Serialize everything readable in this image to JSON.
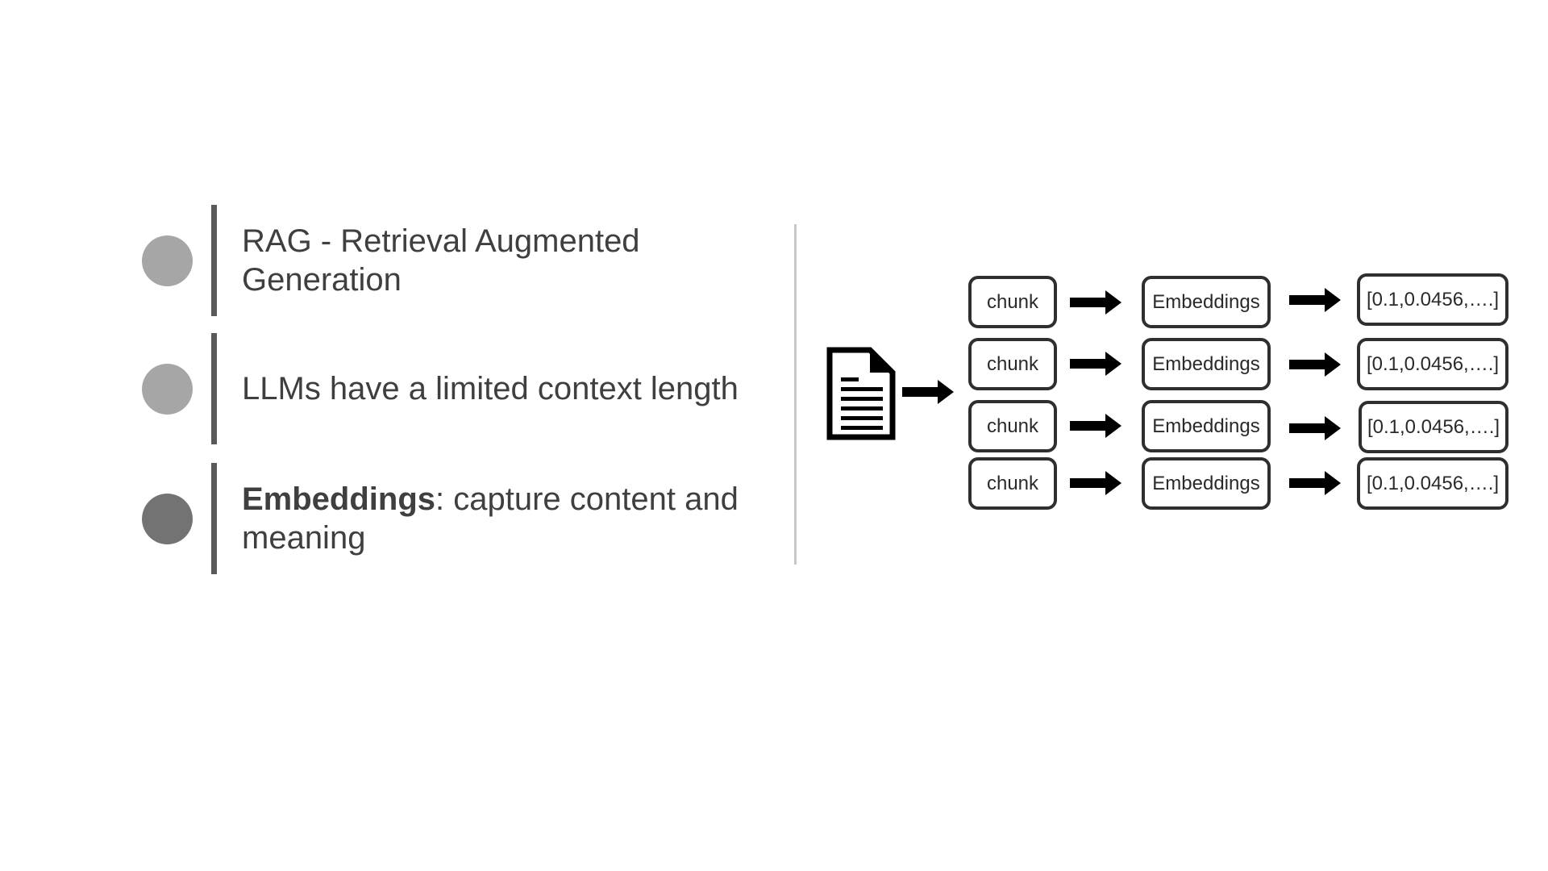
{
  "bullets": [
    {
      "text": "RAG - Retrieval Augmented Generation",
      "bold": "",
      "rest": "",
      "dot_color": "#a6a6a6"
    },
    {
      "text": "LLMs have a limited context length",
      "bold": "",
      "rest": "",
      "dot_color": "#a6a6a6"
    },
    {
      "text": "",
      "bold": "Embeddings",
      "rest": ": capture content and meaning",
      "dot_color": "#737373"
    }
  ],
  "diagram": {
    "source_icon": "document-icon",
    "rows": [
      {
        "chunk": "chunk",
        "embedding": "Embeddings",
        "vector": "[0.1,0.0456,….]"
      },
      {
        "chunk": "chunk",
        "embedding": "Embeddings",
        "vector": "[0.1,0.0456,….]"
      },
      {
        "chunk": "chunk",
        "embedding": "Embeddings",
        "vector": "[0.1,0.0456,….]"
      },
      {
        "chunk": "chunk",
        "embedding": "Embeddings",
        "vector": "[0.1,0.0456,….]"
      }
    ]
  }
}
